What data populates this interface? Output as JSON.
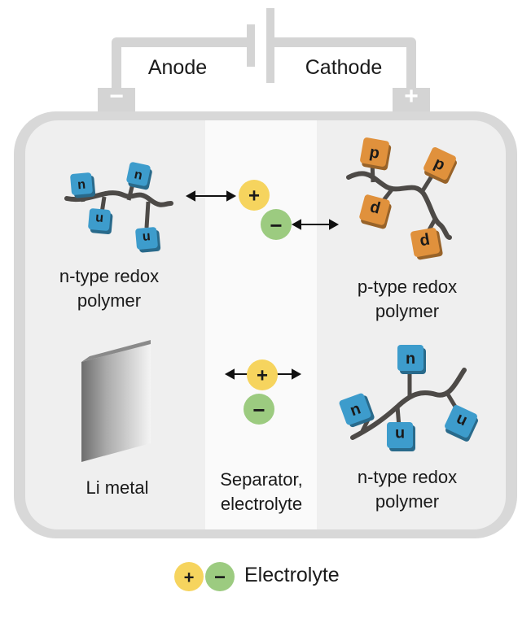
{
  "terminals": {
    "anode_label": "Anode",
    "cathode_label": "Cathode",
    "negative_symbol": "−",
    "positive_symbol": "+"
  },
  "anode_top": {
    "line1": "n-type redox",
    "line2": "polymer",
    "unit_letter": "n"
  },
  "cathode_top": {
    "line1": "p-type redox",
    "line2": "polymer",
    "unit_letter": "p"
  },
  "anode_bottom": {
    "label": "Li metal"
  },
  "separator": {
    "line1": "Separator,",
    "line2": "electrolyte"
  },
  "cathode_bottom": {
    "line1": "n-type redox",
    "line2": "polymer",
    "unit_letter": "n"
  },
  "ions": {
    "cation_symbol": "+",
    "anion_symbol": "−"
  },
  "legend": {
    "label": "Electrolyte",
    "cation_symbol": "+",
    "anion_symbol": "−"
  },
  "colors": {
    "n_unit": "#3d9ccc",
    "p_unit": "#e0913c",
    "cation": "#f6d45e",
    "anion": "#9ccb80",
    "cell_outline": "#d8d8d8",
    "electrode_fill": "#efefef",
    "separator_fill": "#fafafa",
    "polymer_chain": "#4d4a47"
  }
}
